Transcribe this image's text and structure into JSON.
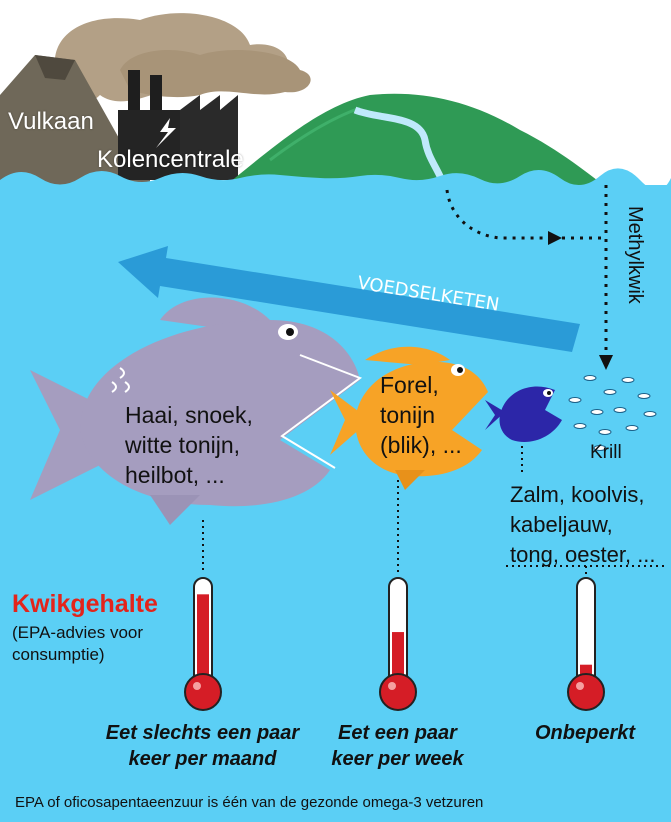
{
  "labels": {
    "vulkaan": "Vulkaan",
    "kolencentrale": "Kolencentrale",
    "methylkwik": "Methylkwik",
    "voedselketen": "VOEDSELKETEN",
    "krill": "Krill",
    "big_fish": [
      "Haai, snoek,",
      "witte tonijn,",
      "heilbot, ..."
    ],
    "mid_fish": [
      "Forel,",
      "tonijn",
      "(blik), ..."
    ],
    "small_fish": [
      "Zalm, koolvis,",
      "kabeljauw,",
      "tong, oester, ..."
    ]
  },
  "legend": {
    "title": "Kwikgehalte",
    "subtitle_line1": "(EPA-advies voor",
    "subtitle_line2": "consumptie)"
  },
  "thermometers": [
    {
      "advice_line1": "Eet slechts een paar",
      "advice_line2": "keer per maand",
      "level": 0.84
    },
    {
      "advice_line1": "Eet een paar",
      "advice_line2": "keer per week",
      "level": 0.47
    },
    {
      "advice_line1": "Onbeperkt",
      "advice_line2": "",
      "level": 0.15
    }
  ],
  "footnote": "EPA of oficosapentaeenzuur is één van de gezonde omega-3 vetzuren",
  "colors": {
    "sky": "#ffffff",
    "water": "#5bcff5",
    "hill": "#2f9a55",
    "volcano": "#6f6859",
    "smoke": "#b3a086",
    "arrow": "#2a9bd7",
    "big_fish": "#a59dbf",
    "mid_fish": "#f7a326",
    "small_fish": "#2c26a8",
    "mercury": "#d51d26",
    "title_red": "#e3241b"
  }
}
